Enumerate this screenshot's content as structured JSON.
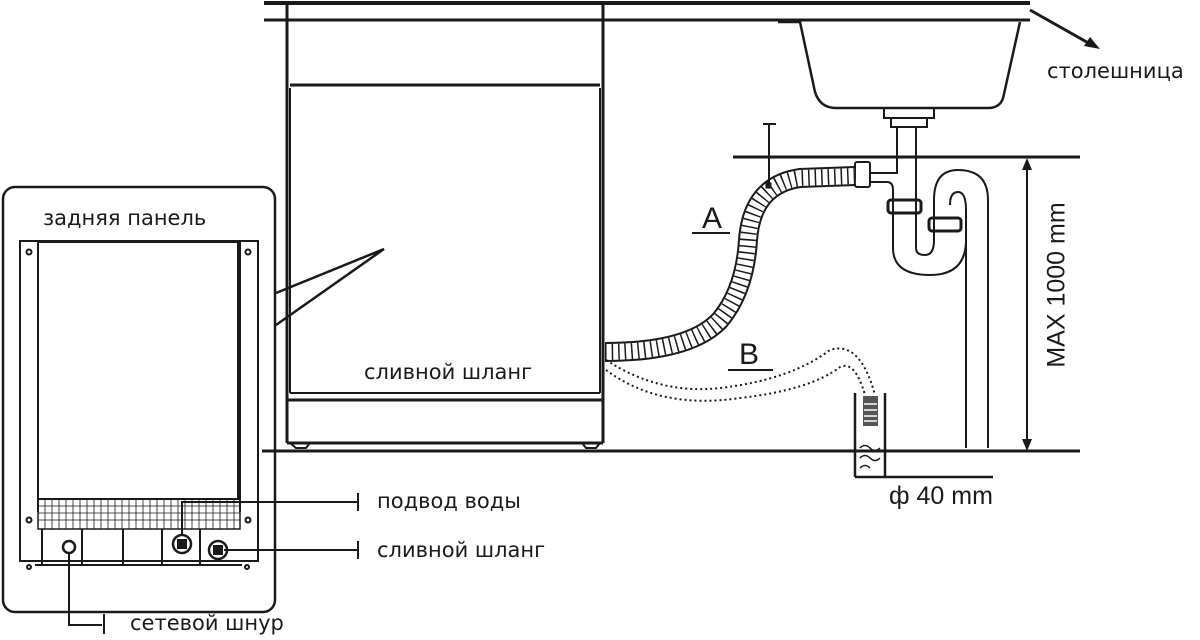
{
  "labels": {
    "countertop": "столешница",
    "back_panel": "задняя панель",
    "drain_hose_front": "сливной шланг",
    "water_inlet": "подвод воды",
    "drain_hose_callout": "сливной шланг",
    "power_cord": "сетевой шнур",
    "position_a": "A",
    "position_b": "B",
    "max_height": "MAX 1000 mm",
    "diameter": "ф 40 mm"
  },
  "colors": {
    "line": "#1a1a1a",
    "background": "#ffffff",
    "strainer": "#555555"
  }
}
